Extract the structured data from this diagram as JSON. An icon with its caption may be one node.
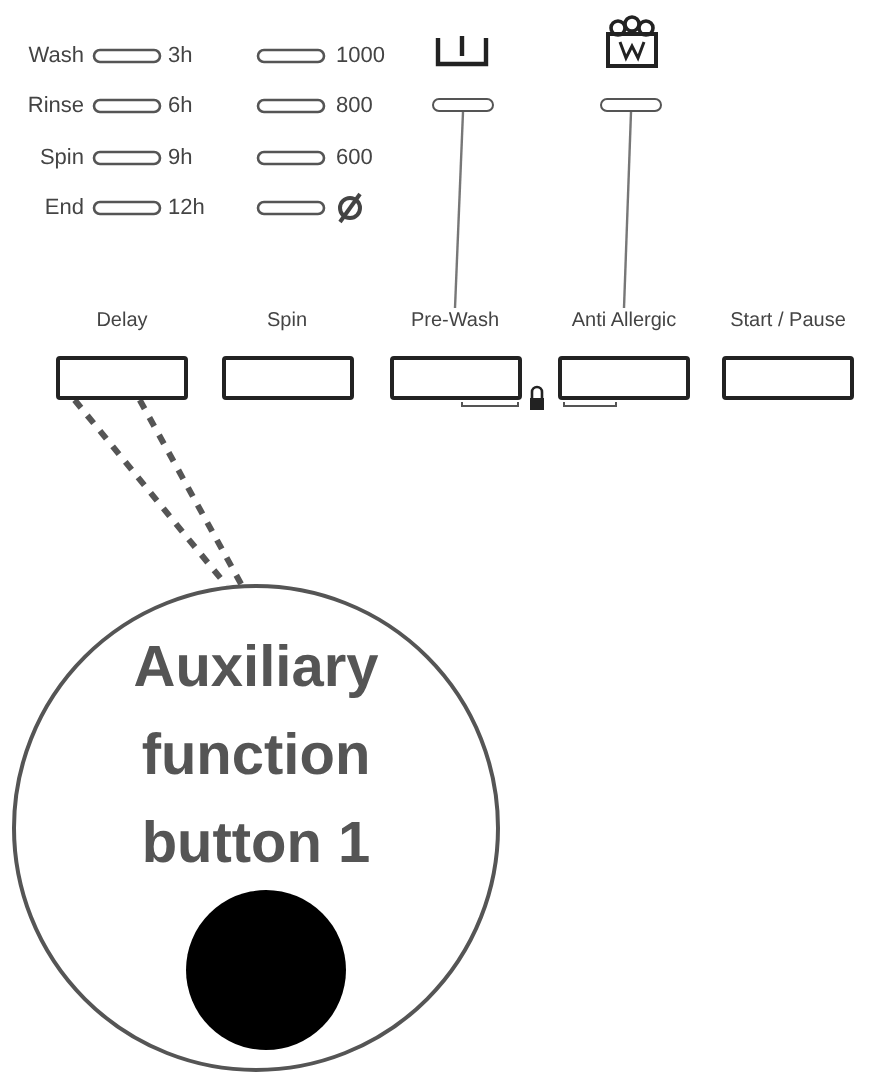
{
  "diagram": {
    "nodes": [
      {
        "text": [
          "Delay"
        ]
      },
      {
        "text": [
          "Spin"
        ]
      },
      {
        "text": [
          "Pre-Wash"
        ]
      },
      {
        "text": [
          "Anti Allergic"
        ]
      },
      {
        "text": [
          "Start / Pause"
        ]
      },
      {
        "text": [],
        "shape": "bar"
      },
      {
        "text": [],
        "shape": "bar"
      },
      {
        "text": [
          "Auxiliary function button 1"
        ]
      }
    ],
    "edges": [
      {
        "from": 5,
        "to": 2,
        "arrow": "none"
      },
      {
        "from": 6,
        "to": 3,
        "arrow": "none"
      },
      {
        "from": 0,
        "to": 7,
        "arrow": "none",
        "style": "dashed"
      },
      {
        "from": 0,
        "to": 7,
        "arrow": "none",
        "style": "dashed"
      }
    ],
    "labels": [
      "Wash",
      "3h",
      "1000",
      "Rinse",
      "6h",
      "800",
      "Spin",
      "9h",
      "600",
      "End",
      "12h"
    ]
  }
}
